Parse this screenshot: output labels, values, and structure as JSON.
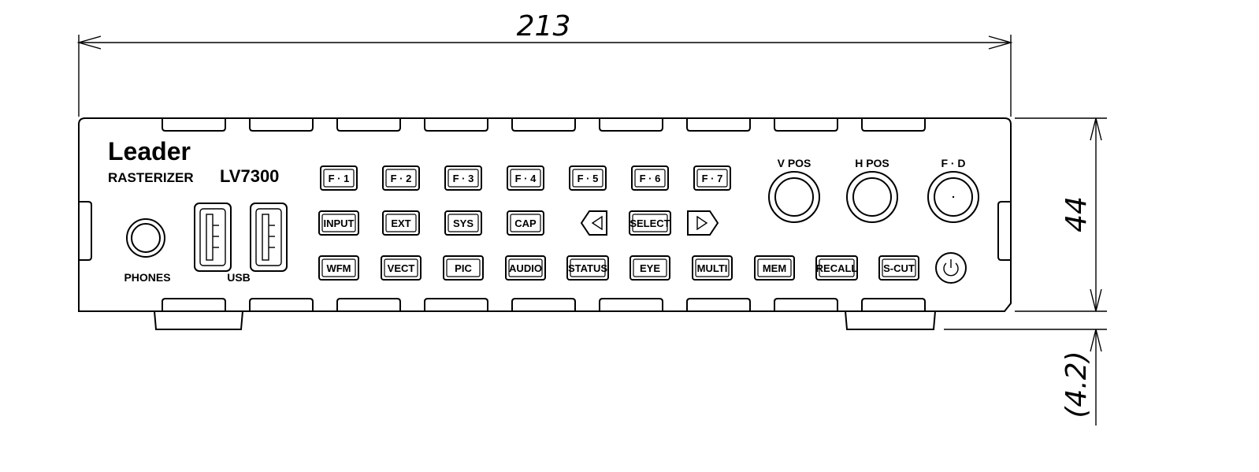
{
  "dimensions": {
    "width": "213",
    "height": "44",
    "feet": "(4.2)"
  },
  "panel": {
    "brand": "Leader",
    "product": "RASTERIZER",
    "model": "LV7300",
    "phones_label": "PHONES",
    "usb_label": "USB",
    "knobs": [
      "V POS",
      "H POS",
      "F · D"
    ],
    "row1": [
      "F · 1",
      "F · 2",
      "F · 3",
      "F · 4",
      "F · 5",
      "F · 6",
      "F · 7"
    ],
    "row2": [
      "INPUT",
      "EXT",
      "SYS",
      "CAP",
      "SELECT"
    ],
    "row3": [
      "WFM",
      "VECT",
      "PIC",
      "AUDIO",
      "STATUS",
      "EYE",
      "MULTI",
      "MEM",
      "RECALL",
      "S-CUT"
    ],
    "nav_left_icon": "left-triangle-icon",
    "nav_right_icon": "right-triangle-icon",
    "power_icon": "power-icon"
  }
}
